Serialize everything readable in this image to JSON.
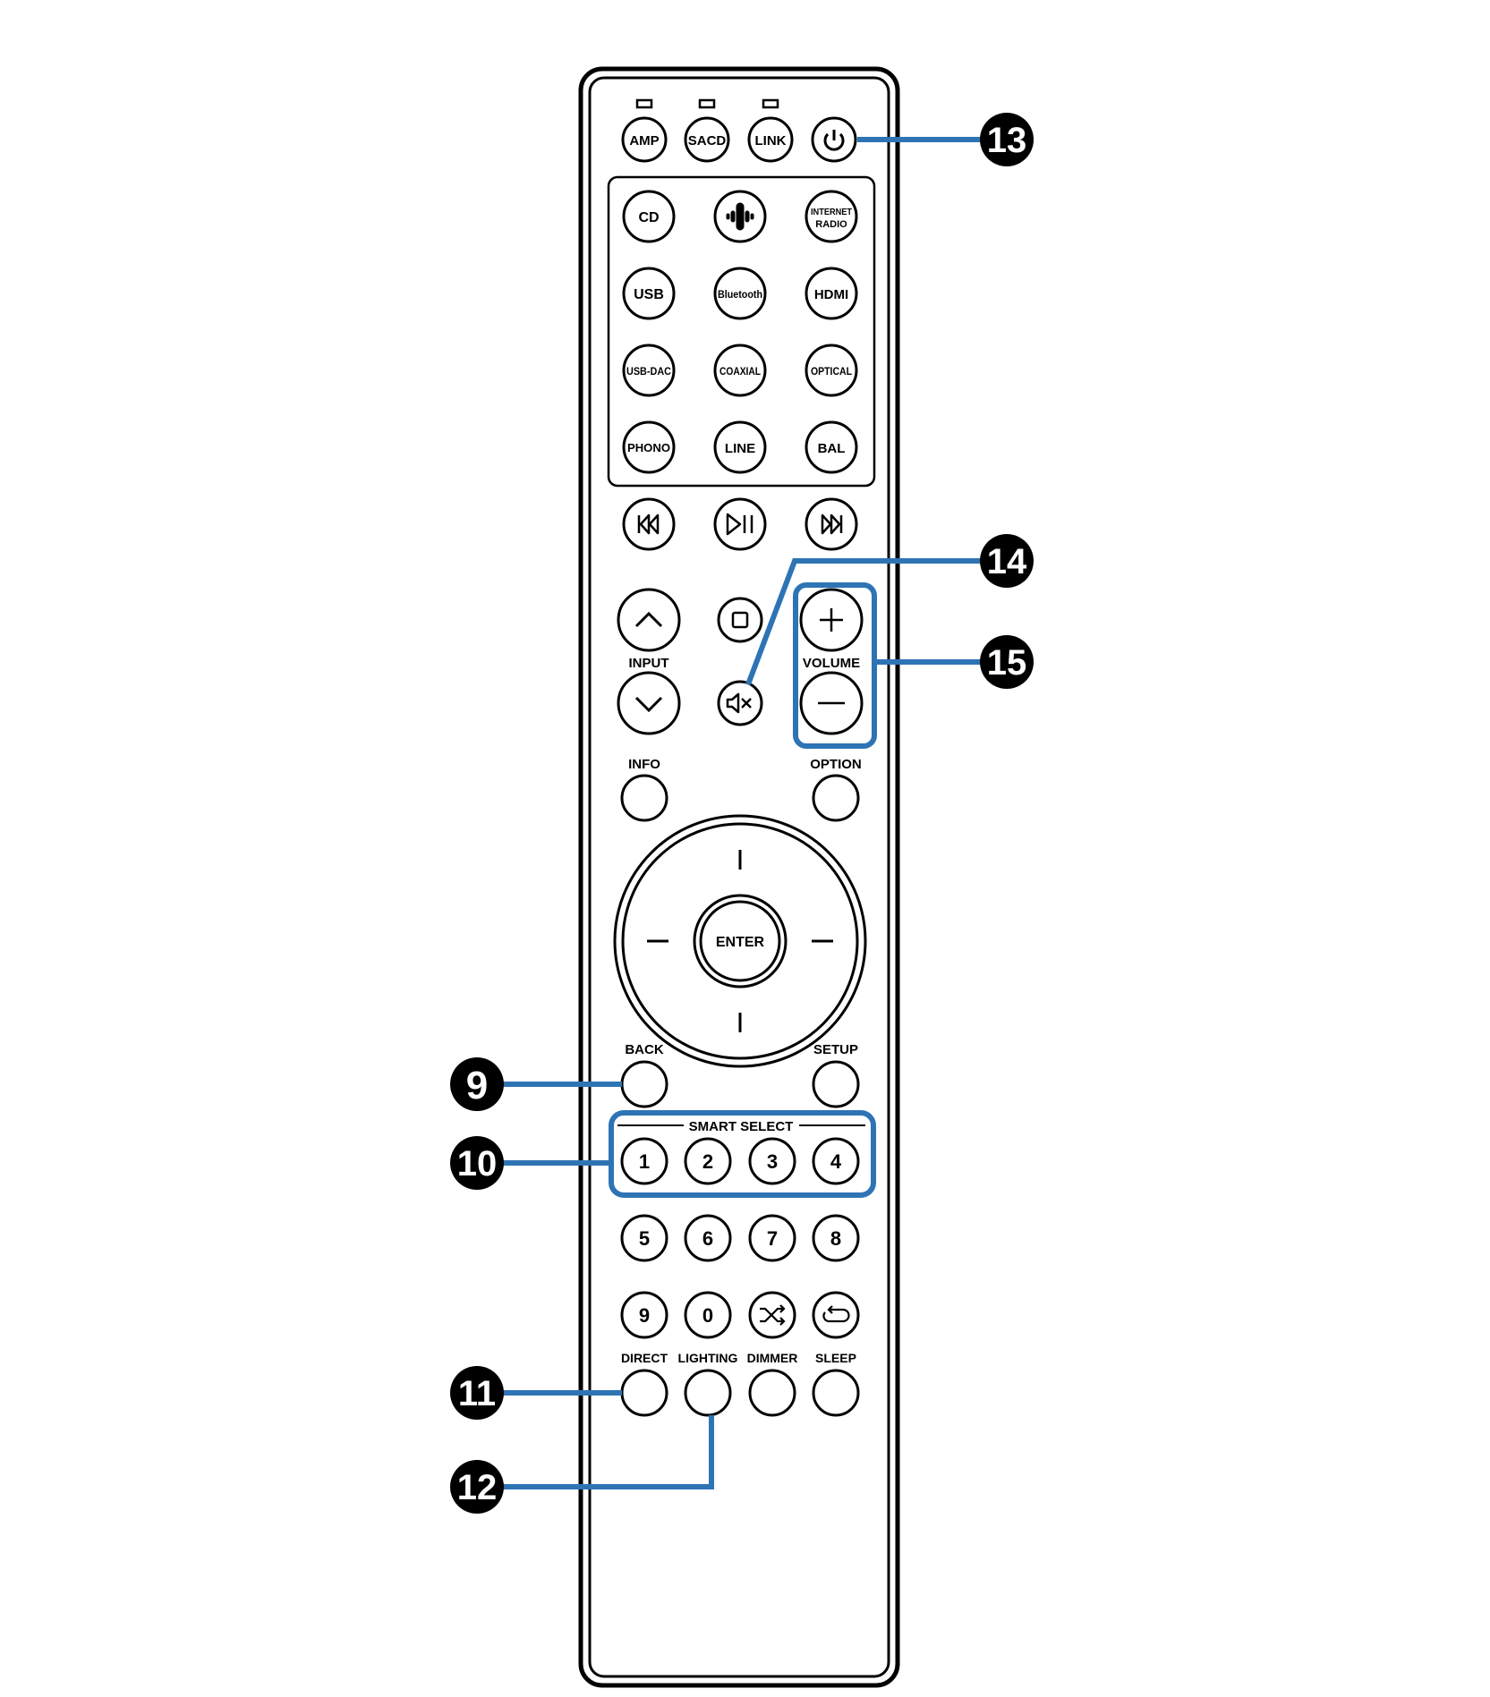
{
  "accent_color": "#2e74b5",
  "top_row": {
    "amp": "AMP",
    "sacd": "SACD",
    "link": "LINK",
    "power_icon": "power-icon"
  },
  "source_buttons": {
    "cd": "CD",
    "heos_icon": "heos-icon",
    "internet_line1": "INTERNET",
    "internet_line2": "RADIO",
    "usb": "USB",
    "bluetooth": "Bluetooth",
    "hdmi": "HDMI",
    "usb_dac": "USB-DAC",
    "coaxial": "COAXIAL",
    "optical": "OPTICAL",
    "phono": "PHONO",
    "line": "LINE",
    "bal": "BAL"
  },
  "transport": {
    "prev_icon": "skip-back-icon",
    "play_pause_icon": "play-pause-icon",
    "next_icon": "skip-forward-icon",
    "stop_icon": "stop-icon",
    "mute_icon": "mute-icon"
  },
  "input_label": "INPUT",
  "volume_label": "VOLUME",
  "info_label": "INFO",
  "option_label": "OPTION",
  "enter_label": "ENTER",
  "back_label": "BACK",
  "setup_label": "SETUP",
  "smart_select_label": "SMART SELECT",
  "smart_numbers": [
    "1",
    "2",
    "3",
    "4"
  ],
  "numbers_row1": [
    "5",
    "6",
    "7",
    "8"
  ],
  "numbers_row2": [
    "9",
    "0"
  ],
  "random_icon": "shuffle-icon",
  "repeat_icon": "repeat-icon",
  "bottom_labels": {
    "direct": "DIRECT",
    "lighting": "LIGHTING",
    "dimmer": "DIMMER",
    "sleep": "SLEEP"
  },
  "callouts": {
    "c9": "9",
    "c10": "10",
    "c11": "11",
    "c12": "12",
    "c13": "13",
    "c14": "14",
    "c15": "15"
  }
}
